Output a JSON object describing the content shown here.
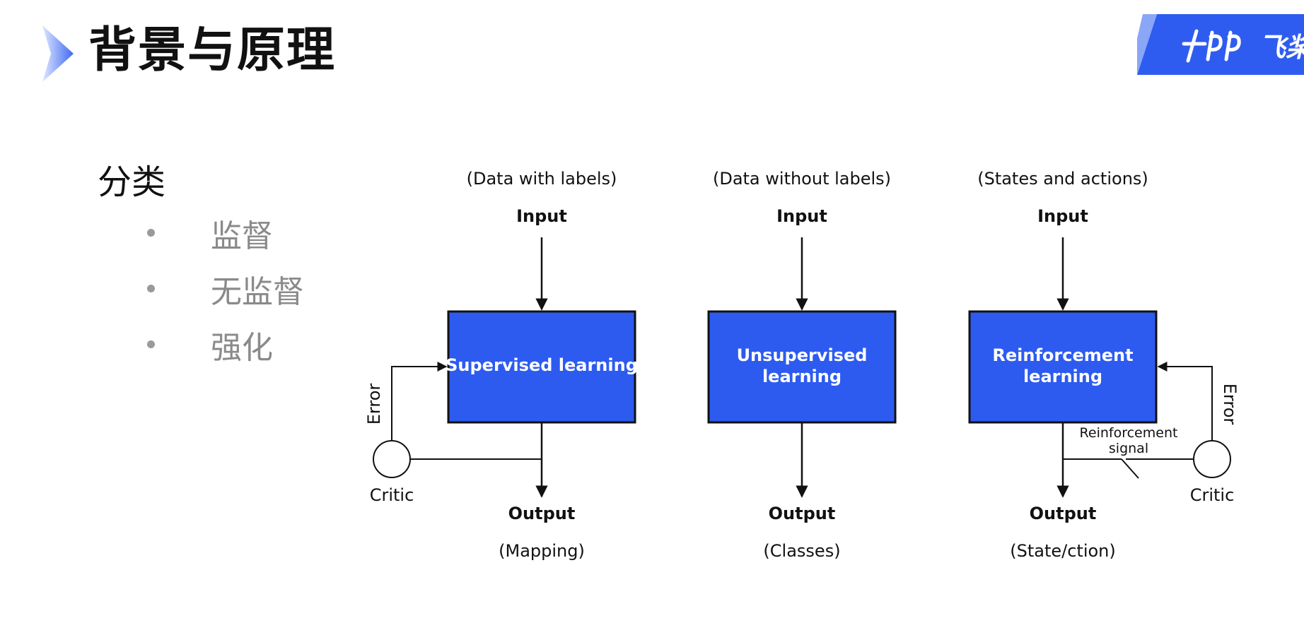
{
  "header": {
    "title": "背景与原理",
    "brand_text": "飞桨",
    "brand_color": "#2f5cf0"
  },
  "sidebar": {
    "heading": "分类",
    "items": [
      {
        "label": "监督"
      },
      {
        "label": "无监督"
      },
      {
        "label": "强化"
      }
    ]
  },
  "diagram": {
    "box_color": "#2d5bf0",
    "supervised": {
      "data_note": "(Data with labels)",
      "input": "Input",
      "box_label": "Supervised learning",
      "output": "Output",
      "output_note": "(Mapping)",
      "critic": "Critic",
      "error": "Error"
    },
    "unsupervised": {
      "data_note": "(Data without labels)",
      "input": "Input",
      "box_label_line1": "Unsupervised",
      "box_label_line2": "learning",
      "output": "Output",
      "output_note": "(Classes)"
    },
    "reinforcement": {
      "data_note": "(States and actions)",
      "input": "Input",
      "box_label_line1": "Reinforcement",
      "box_label_line2": "learning",
      "output": "Output",
      "output_note": "(State/ction)",
      "critic": "Critic",
      "error": "Error",
      "signal_line1": "Reinforcement",
      "signal_line2": "signal"
    }
  }
}
